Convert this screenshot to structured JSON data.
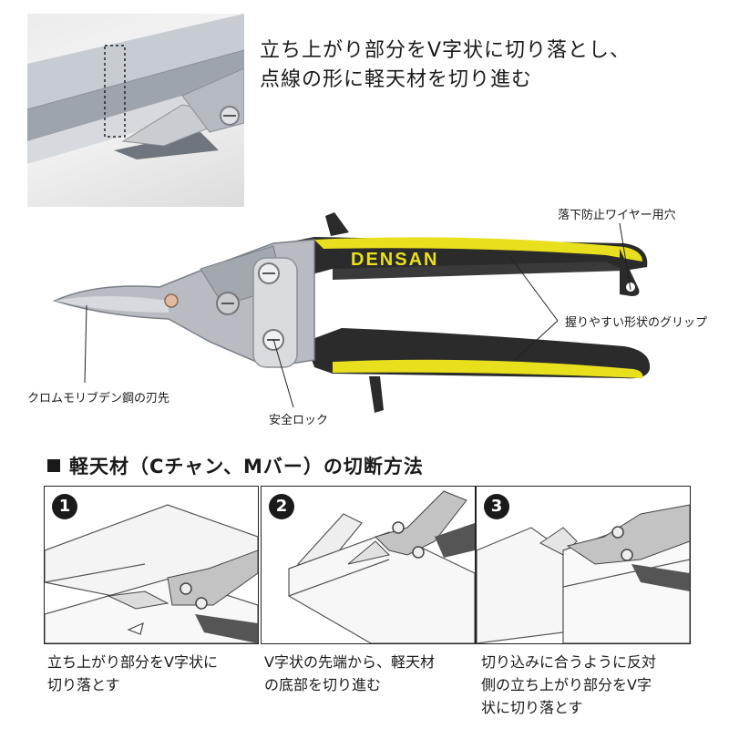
{
  "top_caption": {
    "line1": "立ち上がり部分をV字状に切り落とし、",
    "line2": "点線の形に軽天材を切り進む"
  },
  "product": {
    "brand": "DENSAN",
    "colors": {
      "grip_yellow": "#e8e01c",
      "grip_black": "#2b2b2b",
      "metal": "#b8bcc2"
    }
  },
  "callouts": {
    "wire_hole": "落下防止ワイヤー用穴",
    "grip": "握りやすい形状のグリップ",
    "blade": "クロムモリブデン鋼の刃先",
    "lock": "安全ロック"
  },
  "section": {
    "title": "軽天材（Cチャン、Mバー）の切断方法"
  },
  "steps": [
    {
      "num": "1",
      "line1": "立ち上がり部分をV字状に",
      "line2": "切り落とす",
      "line3": ""
    },
    {
      "num": "2",
      "line1": "V字状の先端から、軽天材",
      "line2": "の底部を切り進む",
      "line3": ""
    },
    {
      "num": "3",
      "line1": "切り込みに合うように反対",
      "line2": "側の立ち上がり部分をV字",
      "line3": "状に切り落とす"
    }
  ]
}
